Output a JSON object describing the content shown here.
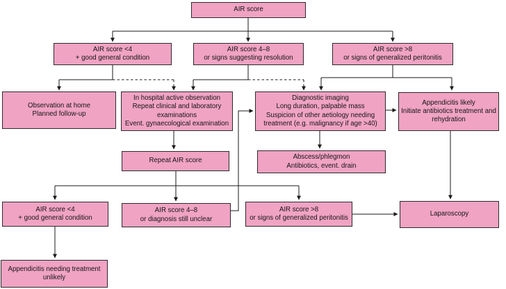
{
  "title": "AIR score clinical decision flowchart",
  "colors": {
    "background": "#ffffff",
    "box_fill": "#f0a3c3",
    "box_border": "#2a2a2a",
    "line": "#1a1a1a"
  },
  "nodes": {
    "air_score": {
      "lines": [
        "AIR score"
      ]
    },
    "r2_low": {
      "lines": [
        "AIR score <4",
        "+ good general condition"
      ]
    },
    "r2_mid": {
      "lines": [
        "AIR score 4–8",
        "or signs suggesting resolution"
      ]
    },
    "r2_high": {
      "lines": [
        "AIR score >8",
        "or signs of generalized peritonitis"
      ]
    },
    "observation_home": {
      "lines": [
        "Observation at home",
        "Planned follow-up"
      ]
    },
    "in_hospital": {
      "lines": [
        "In hospital active observation",
        "Repeat clinical and laboratory",
        "examinations",
        "Event. gynaecological examination"
      ]
    },
    "diagnostic_imaging": {
      "lines": [
        "Diagnostic imaging",
        "Long duration, palpable mass",
        "Suspicion of other aetiology needing",
        "treatment (e.g. malignancy if age >40)"
      ]
    },
    "appendicitis_likely": {
      "lines": [
        "Appendicitis likely",
        "Initiate antibiotics treatment and",
        "rehydration"
      ]
    },
    "repeat_air": {
      "lines": [
        "Repeat AIR score"
      ]
    },
    "abscess": {
      "lines": [
        "Abscess/phlegmon",
        "Antibiotics, event. drain"
      ]
    },
    "r4_low": {
      "lines": [
        "AIR score <4",
        "+ good general condition"
      ]
    },
    "r4_mid": {
      "lines": [
        "AIR score 4–8",
        "or diagnosis still unclear"
      ]
    },
    "r4_high": {
      "lines": [
        "AIR score >8",
        "or signs of generalized peritonitis"
      ]
    },
    "laparoscopy": {
      "lines": [
        "Laparoscopy"
      ]
    },
    "unlikely": {
      "lines": [
        "Appendicitis needing treatment",
        "unlikely"
      ]
    }
  }
}
